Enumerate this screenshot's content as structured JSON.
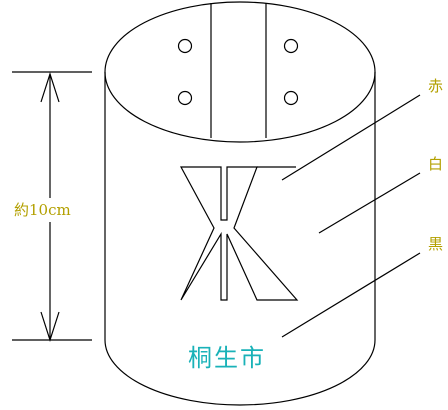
{
  "diagram": {
    "labels": {
      "red": "赤",
      "white": "白",
      "black": "黒",
      "height": "約10cm",
      "city": "桐生市"
    },
    "colors": {
      "callout_text": "#b3a000",
      "city_text": "#19b2b8",
      "line": "#000000",
      "background": "#ffffff"
    }
  }
}
